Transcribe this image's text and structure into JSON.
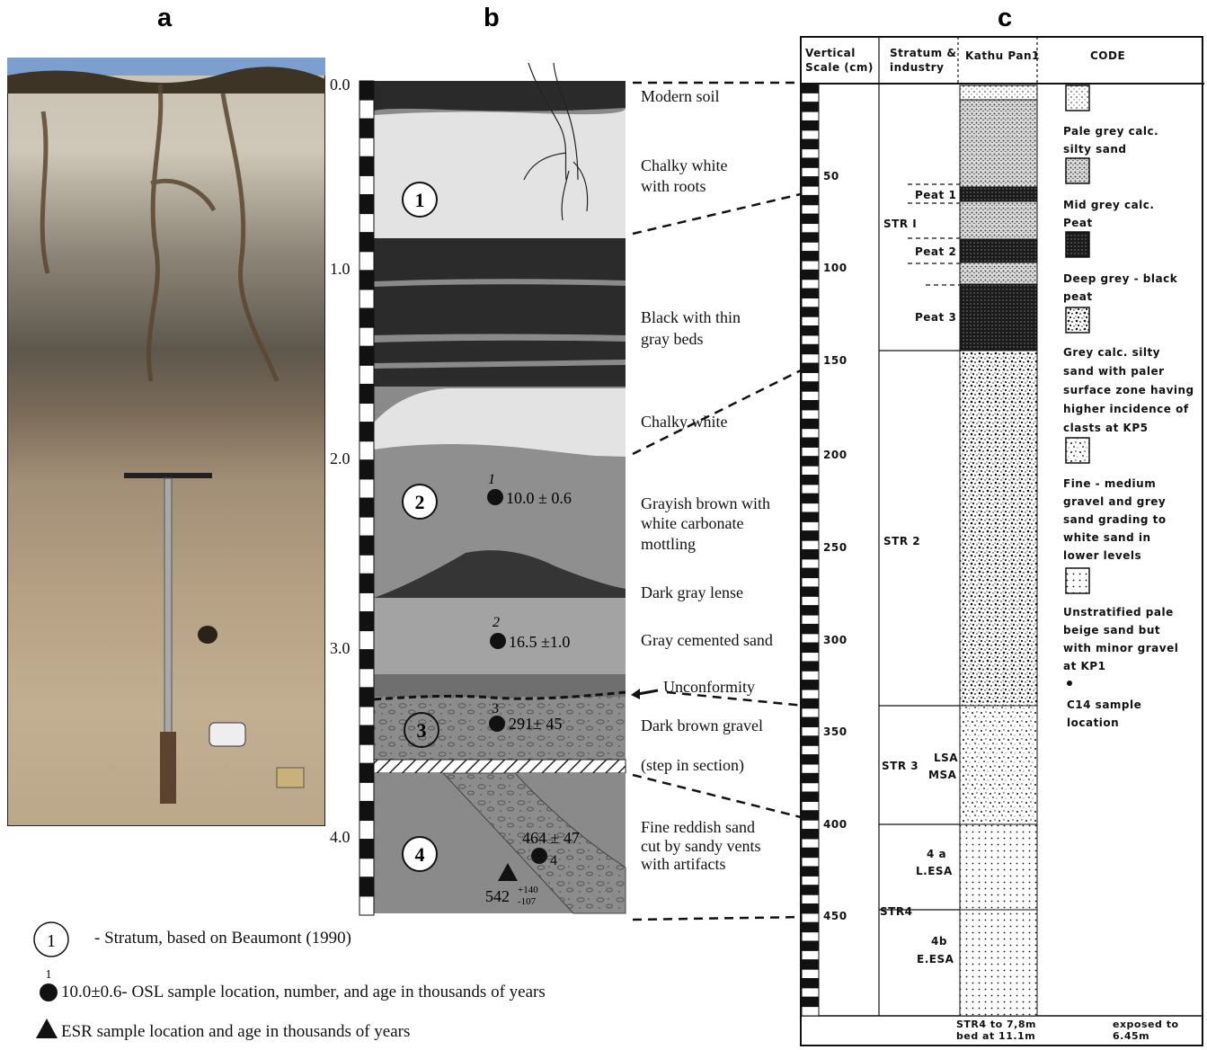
{
  "panels": {
    "a": "a",
    "b": "b",
    "c": "c"
  },
  "b": {
    "scale_labels": [
      "0.0",
      "1.0",
      "2.0",
      "3.0",
      "4.0"
    ],
    "stratum_numbers": [
      "1",
      "2",
      "3",
      "4"
    ],
    "layer_labels": [
      "Modern soil",
      "Chalky white",
      "with roots",
      "Black with thin",
      "gray beds",
      "Chalky white",
      "Grayish brown with",
      "white carbonate",
      "mottling",
      "Dark gray lense",
      "Gray cemented sand",
      "Unconformity",
      "Dark brown gravel",
      "(step in section)",
      "Fine reddish sand",
      "cut by sandy vents",
      "with artifacts"
    ],
    "samples": [
      {
        "number": "1",
        "age": "10.0 ± 0.6"
      },
      {
        "number": "2",
        "age": "16.5 ±1.0"
      },
      {
        "number": "3",
        "age": "291± 45"
      },
      {
        "number": "4",
        "age": "464 ± 47"
      }
    ],
    "esr": {
      "age": "542",
      "plus": "+140",
      "minus": "-107"
    }
  },
  "legend": {
    "stratum_symbol": "1",
    "stratum_text": "- Stratum, based on Beaumont (1990)",
    "osl_number": "1",
    "osl_text": "10.0±0.6- OSL sample location,  number,  and age in thousands of years",
    "esr_text": "ESR sample location and age in thousands of years"
  },
  "c": {
    "headers": {
      "scale": [
        "Vertical",
        "Scale (cm)"
      ],
      "stratum": [
        "Stratum &",
        "industry"
      ],
      "pan": "Kathu Pan1",
      "code": "CODE"
    },
    "depths": [
      "50",
      "100",
      "150",
      "200",
      "250",
      "300",
      "350",
      "400",
      "450"
    ],
    "stratum_labels": [
      "STR I",
      "STR 2",
      "STR 3",
      "STR4"
    ],
    "peat_labels": [
      "Peat 1",
      "Peat 2",
      "Peat 3"
    ],
    "industry_labels": [
      "LSA",
      "MSA",
      "4 a",
      "L.ESA",
      "4b",
      "E.ESA"
    ],
    "codes": [
      [
        "Pale grey calc.",
        "silty sand"
      ],
      [
        "Mid grey calc.",
        "Peat"
      ],
      [
        "Deep grey - black",
        "peat"
      ],
      [
        "Grey calc. silty",
        "sand with paler",
        "surface zone having",
        "higher incidence of",
        "clasts at KP5"
      ],
      [
        "Fine - medium",
        "gravel and grey",
        "sand grading to",
        "white sand in",
        "lower levels"
      ],
      [
        "Unstratified pale",
        "beige sand but",
        "with minor gravel",
        "at KP1"
      ],
      [
        "C14 sample",
        "location"
      ]
    ],
    "footer_left": [
      "STR4 to 7,8m",
      "bed at 11.1m"
    ],
    "footer_right": [
      "exposed to",
      "6.45m"
    ]
  }
}
